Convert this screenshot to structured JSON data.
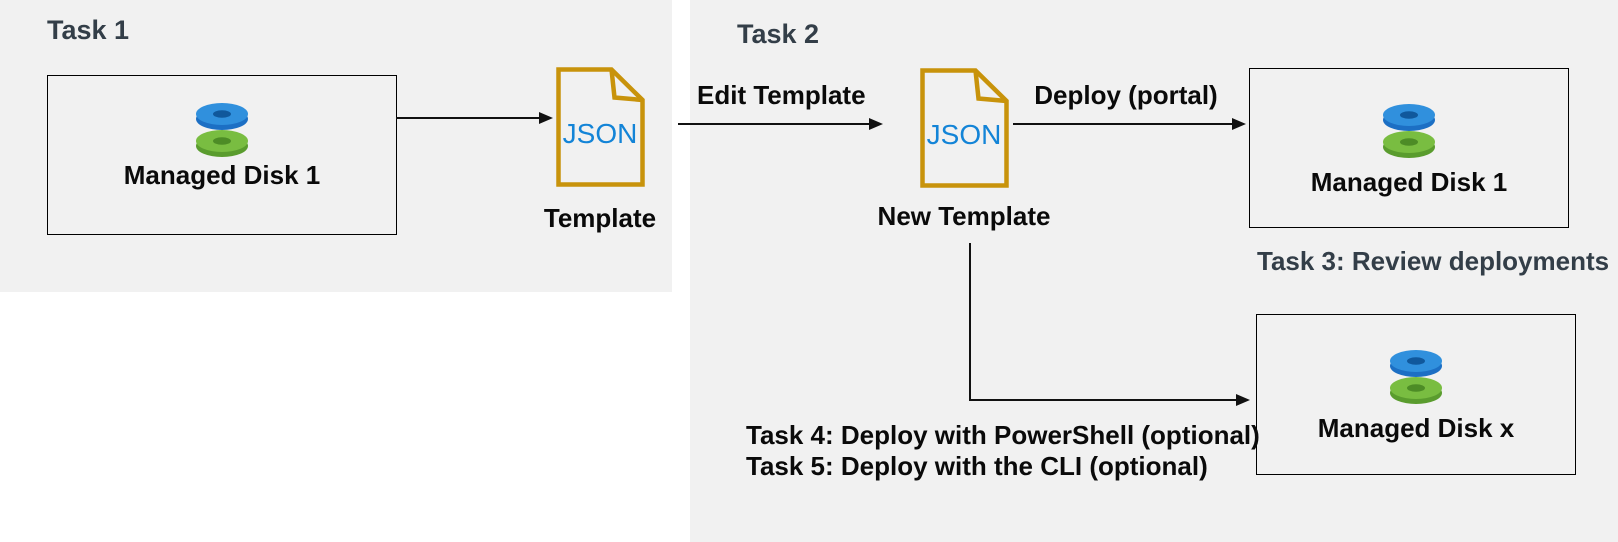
{
  "colors": {
    "panel_bg": "#f1f1f1",
    "heading_text": "#333e48",
    "body_text": "#0a0a0a",
    "arrow": "#111111",
    "json_file_outline": "#c8930b",
    "json_text": "#1384d7",
    "disk_blue_face": "#3090dd",
    "disk_blue_side": "#1c6fc4",
    "disk_blue_hole": "#10589c",
    "disk_green_face": "#79bd41",
    "disk_green_side": "#5a9c2e",
    "disk_green_hole": "#4d8c26"
  },
  "task1_panel": {
    "heading": "Task 1",
    "disk_box_label": "Managed Disk 1",
    "file_type": "JSON",
    "file_label": "Template"
  },
  "task2_panel": {
    "heading": "Task 2",
    "edit_arrow_label": "Edit Template",
    "file_type": "JSON",
    "file_label": "New Template",
    "deploy_arrow_label": "Deploy (portal)",
    "deployed_disk_label": "Managed Disk 1",
    "task3_heading": "Task 3: Review deployments",
    "optional_disk_label": "Managed Disk x",
    "task4_text": "Task 4: Deploy with PowerShell (optional)",
    "task5_text": "Task 5: Deploy with the CLI (optional)"
  }
}
